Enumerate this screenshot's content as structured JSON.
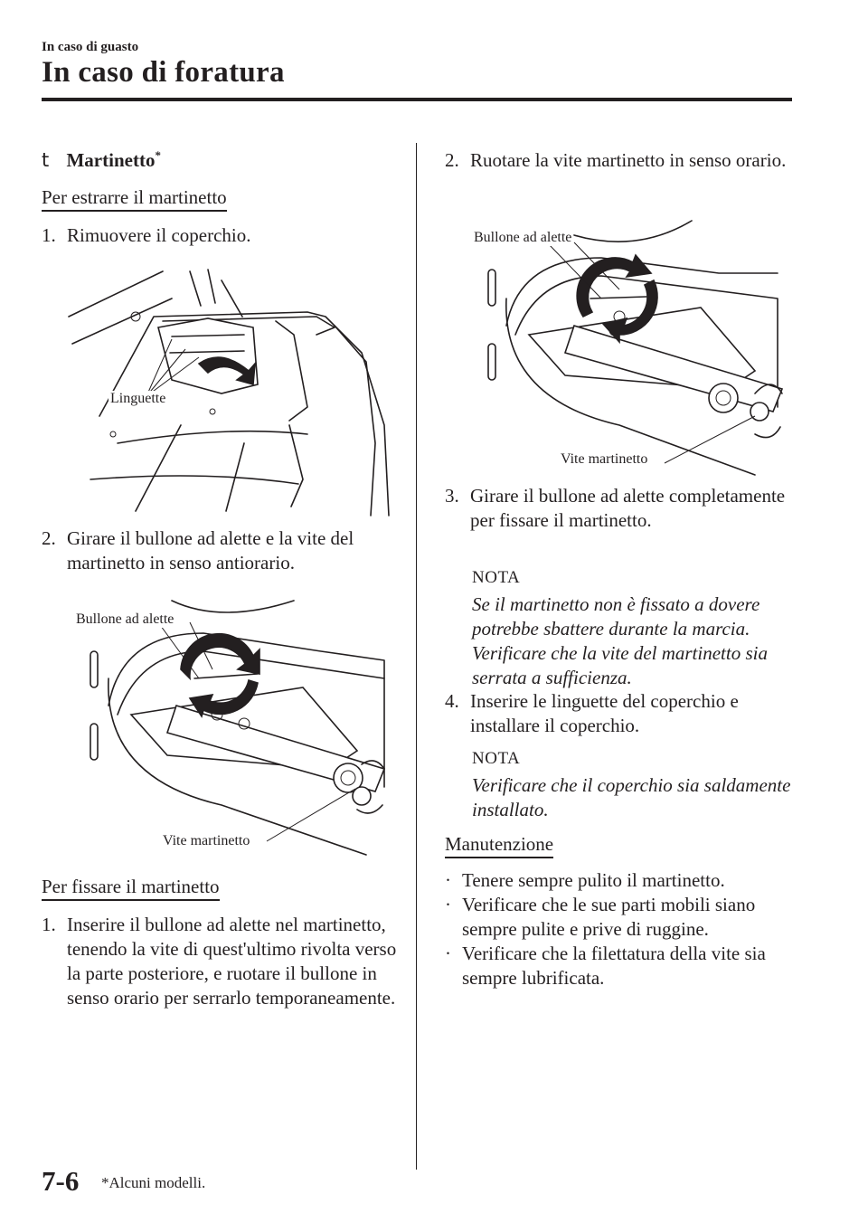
{
  "header": {
    "section": "In caso di guasto",
    "title": "In caso di foratura"
  },
  "left": {
    "topic_marker": "t",
    "topic_title": "Martinetto",
    "topic_asterisk": "*",
    "remove_heading": "Per estrarre il martinetto",
    "remove_steps": [
      {
        "n": "1.",
        "text": "Rimuovere il coperchio."
      },
      {
        "n": "2.",
        "text": "Girare il bullone ad alette e la vite del martinetto in senso antiorario."
      }
    ],
    "fig1_label": "Linguette",
    "fig2_label_top": "Bullone ad alette",
    "fig2_label_bottom": "Vite martinetto",
    "secure_heading": "Per fissare il martinetto",
    "secure_steps": [
      {
        "n": "1.",
        "text": "Inserire il bullone ad alette nel martinetto, tenendo la vite di quest'ultimo rivolta verso la parte posteriore, e ruotare il bullone in senso orario per serrarlo temporaneamente."
      }
    ]
  },
  "right": {
    "step2": {
      "n": "2.",
      "text": "Ruotare la vite martinetto in senso orario."
    },
    "fig3_label_top": "Bullone ad alette",
    "fig3_label_bottom": "Vite martinetto",
    "step3": {
      "n": "3.",
      "text": "Girare il bullone ad alette completamente per fissare il martinetto."
    },
    "note1_label": "NOTA",
    "note1_text": "Se il martinetto non è fissato a dovere potrebbe sbattere durante la marcia. Verificare che la vite del martinetto sia serrata a sufficienza.",
    "step4": {
      "n": "4.",
      "text": "Inserire le linguette del coperchio e installare il coperchio."
    },
    "note2_label": "NOTA",
    "note2_text": "Verificare che il coperchio sia saldamente installato.",
    "maintenance_heading": "Manutenzione",
    "bullets": [
      "Tenere sempre pulito il martinetto.",
      "Verificare che le sue parti mobili siano sempre pulite e prive di ruggine.",
      "Verificare che la filettatura della vite sia sempre lubrificata."
    ],
    "bullet_symbol": "·"
  },
  "footer": {
    "page_number": "7-6",
    "footnote": "*Alcuni modelli."
  }
}
